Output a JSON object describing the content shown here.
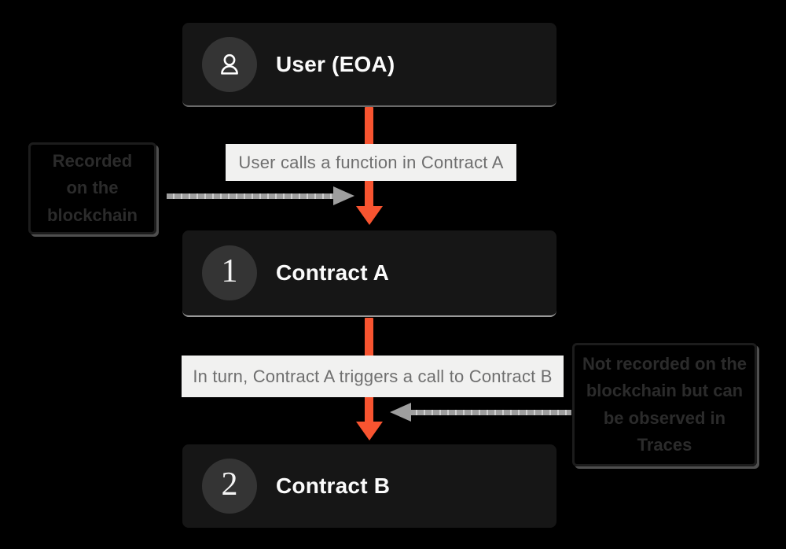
{
  "nodes": {
    "user": {
      "title": "User (EOA)",
      "badge_icon": "user-icon"
    },
    "contract_a": {
      "title": "Contract A",
      "badge": "1"
    },
    "contract_b": {
      "title": "Contract B",
      "badge": "2"
    }
  },
  "edges": {
    "label1": "User calls a function in Contract A",
    "label2": "In turn, Contract A triggers a call to Contract B"
  },
  "annotations": {
    "left": "Recorded\non the\nblockchain",
    "right": "Not recorded on the\nblockchain but can\nbe observed in\nTraces"
  },
  "colors": {
    "background": "#000000",
    "node_background": "#161616",
    "badge_background": "#343434",
    "node_title_text": "#FBFBFB",
    "accent_arrow": "#F85430",
    "edge_label_background": "#F1F1F0",
    "edge_label_text": "#6F6F6F",
    "annotation_border": "#1C1C1C",
    "annotation_text": "#2B2B2B",
    "gray_arrow": "#9E9E9E"
  }
}
